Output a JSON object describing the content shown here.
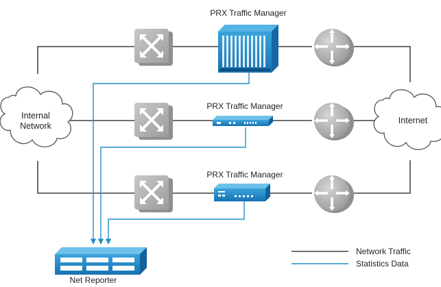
{
  "labels": {
    "prx_top": "PRX Traffic Manager",
    "prx_mid": "PRX Traffic Manager",
    "prx_bot": "PRX Traffic Manager",
    "internal_network": "Internal\nNetwork",
    "internet": "Internet",
    "net_reporter": "Net Reporter"
  },
  "legend": {
    "items": [
      {
        "label": "Network Traffic",
        "color": "#1a1a1a"
      },
      {
        "label": "Statistics Data",
        "color": "#1f8fc4"
      }
    ]
  },
  "colors": {
    "network_line": "#1a1a1a",
    "stats_line": "#1f8fc4",
    "device_blue": "#1f86c7",
    "device_gray": "#a9a9a9"
  },
  "icons": [
    "cloud-icon",
    "switch-icon",
    "router-icon",
    "traffic-manager-chassis-icon",
    "traffic-manager-appliance-icon",
    "net-reporter-server-icon"
  ]
}
